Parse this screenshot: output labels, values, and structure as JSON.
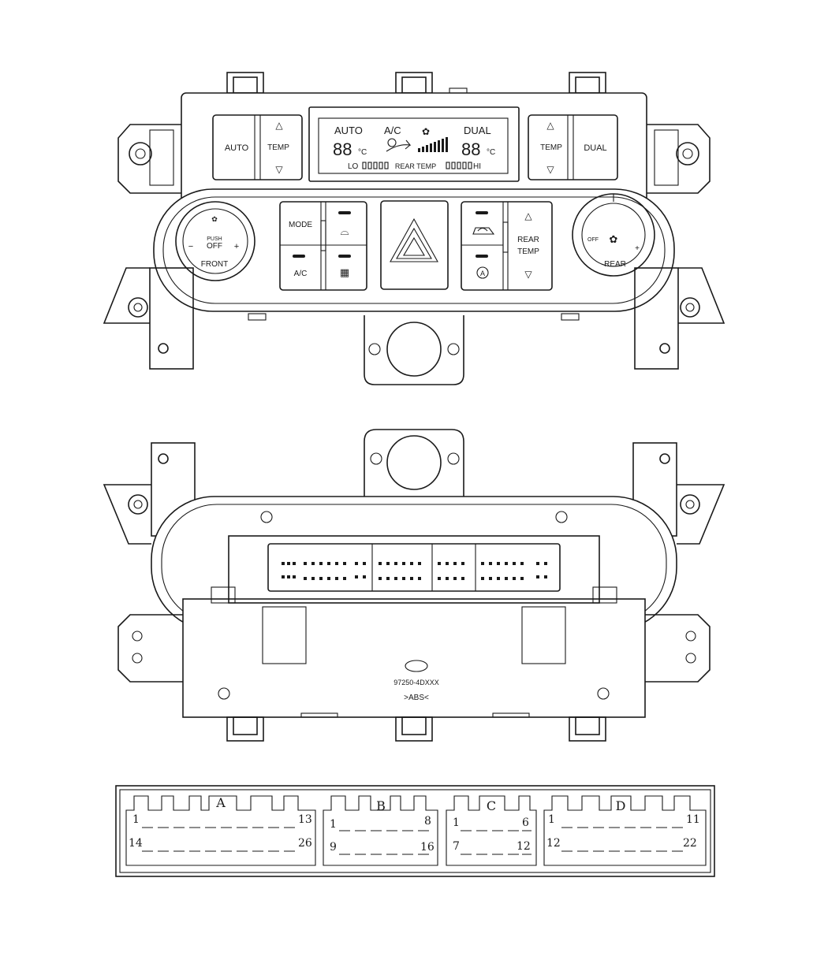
{
  "front_panel": {
    "left_button_top": "AUTO",
    "left_temp": "TEMP",
    "up_arrow": "△",
    "down_arrow": "▽",
    "display": {
      "auto": "AUTO",
      "ac": "A/C",
      "dual": "DUAL",
      "left_digits": "88",
      "right_digits": "88",
      "unit": "°C",
      "bottom_lo": "LO",
      "bottom_rear": "REAR TEMP",
      "bottom_hi": "HI"
    },
    "right_temp": "TEMP",
    "right_dual": "DUAL",
    "front_knob": {
      "push": "PUSH",
      "off": "OFF",
      "label": "FRONT",
      "minus": "−",
      "plus": "+"
    },
    "mode": "MODE",
    "ac_button": "A/C",
    "rear_temp_top": "REAR",
    "rear_temp_bottom": "TEMP",
    "rear_knob": {
      "label": "REAR",
      "off_letters": "OFF",
      "plus": "+"
    }
  },
  "back_panel": {
    "part_number": "97250-4DXXX",
    "material": ">ABS<"
  },
  "connector": {
    "blocks": [
      {
        "letter": "A",
        "top_start": "1",
        "top_end": "13",
        "bottom_start": "14",
        "bottom_end": "26"
      },
      {
        "letter": "B",
        "top_start": "1",
        "top_end": "8",
        "bottom_start": "9",
        "bottom_end": "16"
      },
      {
        "letter": "C",
        "top_start": "1",
        "top_end": "6",
        "bottom_start": "7",
        "bottom_end": "12"
      },
      {
        "letter": "D",
        "top_start": "1",
        "top_end": "11",
        "bottom_start": "12",
        "bottom_end": "22"
      }
    ]
  }
}
